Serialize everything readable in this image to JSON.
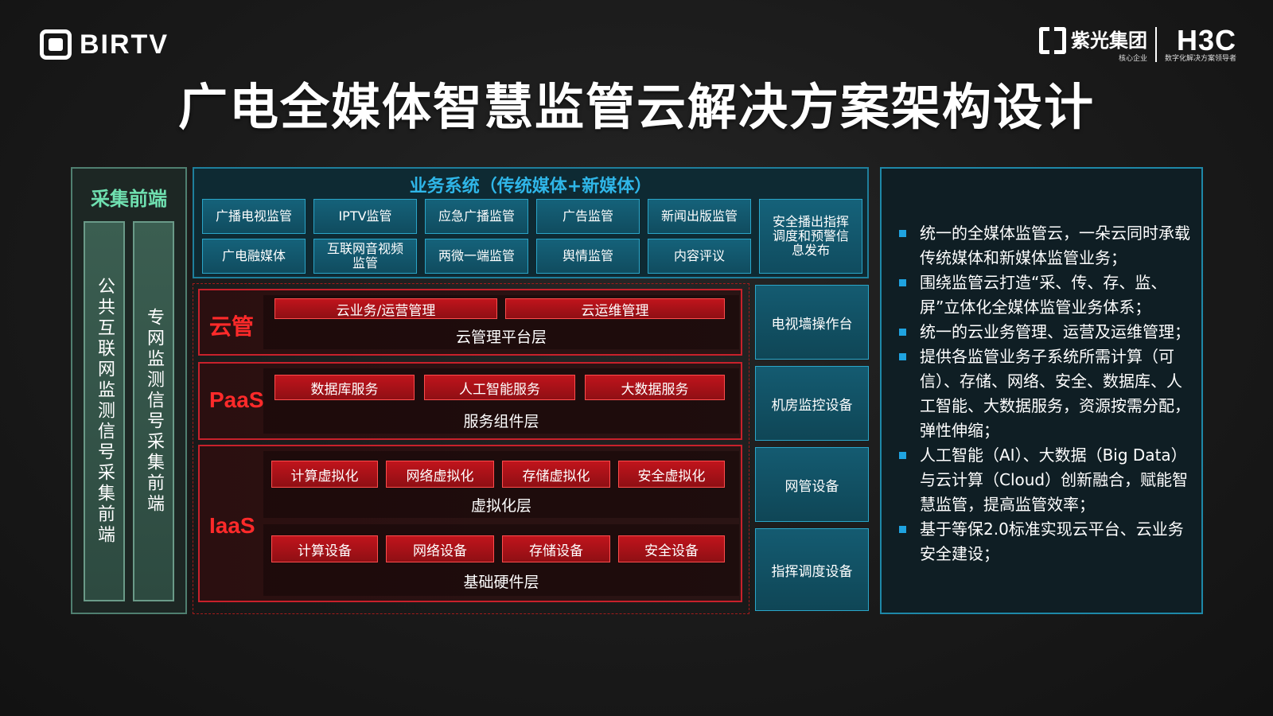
{
  "header": {
    "brand_left": "BIRTV",
    "brand_right_cn": "紫光集团",
    "brand_right_tag1": "核心企业",
    "brand_right_en": "H3C",
    "brand_right_tag2": "数字化解决方案领导者",
    "title": "广电全媒体智慧监管云解决方案架构设计"
  },
  "collect": {
    "title": "采集前端",
    "bars": [
      "公共互联网监测信号采集前端",
      "专网监测信号采集前端"
    ]
  },
  "business": {
    "title": "业务系统（传统媒体+新媒体）",
    "row1": [
      "广播电视监管",
      "IPTV监管",
      "应急广播监管",
      "广告监管",
      "新闻出版监管"
    ],
    "row2": [
      "广电融媒体",
      "互联网音视频监管",
      "两微一端监管",
      "舆情监管",
      "内容评议"
    ],
    "side": "安全播出指挥调度和预警信息发布"
  },
  "stack": {
    "cloud": {
      "label": "云管",
      "items": [
        "云业务/运营管理",
        "云运维管理"
      ],
      "name": "云管理平台层"
    },
    "paas": {
      "label": "PaaS",
      "items": [
        "数据库服务",
        "人工智能服务",
        "大数据服务"
      ],
      "name": "服务组件层"
    },
    "iaas": {
      "label": "IaaS",
      "virt_items": [
        "计算虚拟化",
        "网络虚拟化",
        "存储虚拟化",
        "安全虚拟化"
      ],
      "virt_name": "虚拟化层",
      "hw_items": [
        "计算设备",
        "网络设备",
        "存储设备",
        "安全设备"
      ],
      "hw_name": "基础硬件层"
    }
  },
  "devices": [
    "电视墙操作台",
    "机房监控设备",
    "网管设备",
    "指挥调度设备"
  ],
  "info": {
    "bullets": [
      "统一的全媒体监管云，一朵云同时承载传统媒体和新媒体监管业务；",
      "围绕监管云打造“采、传、存、监、屏”立体化全媒体监管业务体系；",
      "统一的云业务管理、运营及运维管理；",
      "提供各监管业务子系统所需计算（可信）、存储、网络、安全、数据库、人工智能、大数据服务，资源按需分配，弹性伸缩；",
      "人工智能（AI）、大数据（Big Data）与云计算（Cloud）创新融合，赋能智慧监管，提高监管效率；",
      "基于等保2.0标准实现云平台、云业务安全建设；"
    ]
  },
  "colors": {
    "accent_cyan": "#2fb6e8",
    "accent_red": "#ff2a2a",
    "accent_green": "#6fe0b0",
    "bullet": "#1fa3e0"
  }
}
